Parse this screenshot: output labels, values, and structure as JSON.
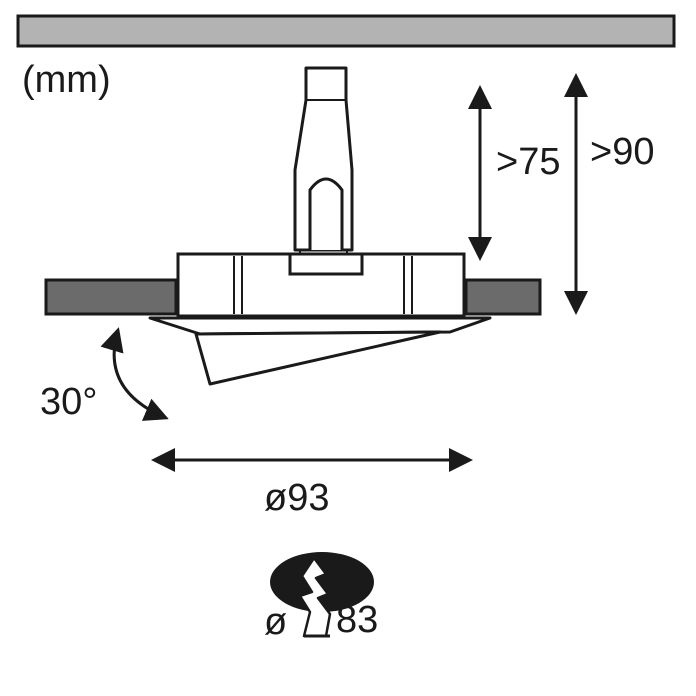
{
  "unit_label": "(mm)",
  "dimensions": {
    "clip_height": ">75",
    "total_height": ">90",
    "tilt_angle": "30°",
    "outer_diameter": "ø93"
  },
  "cutout": {
    "symbol": "ø",
    "value": "83"
  },
  "colors": {
    "ceiling": "#b3b3b3",
    "ring": "#6b6b6b",
    "outline": "#1a1a1a",
    "cutout_hole": "#1a1a1a"
  },
  "icons": {
    "cutout": "cutout-hole-saw-icon"
  }
}
